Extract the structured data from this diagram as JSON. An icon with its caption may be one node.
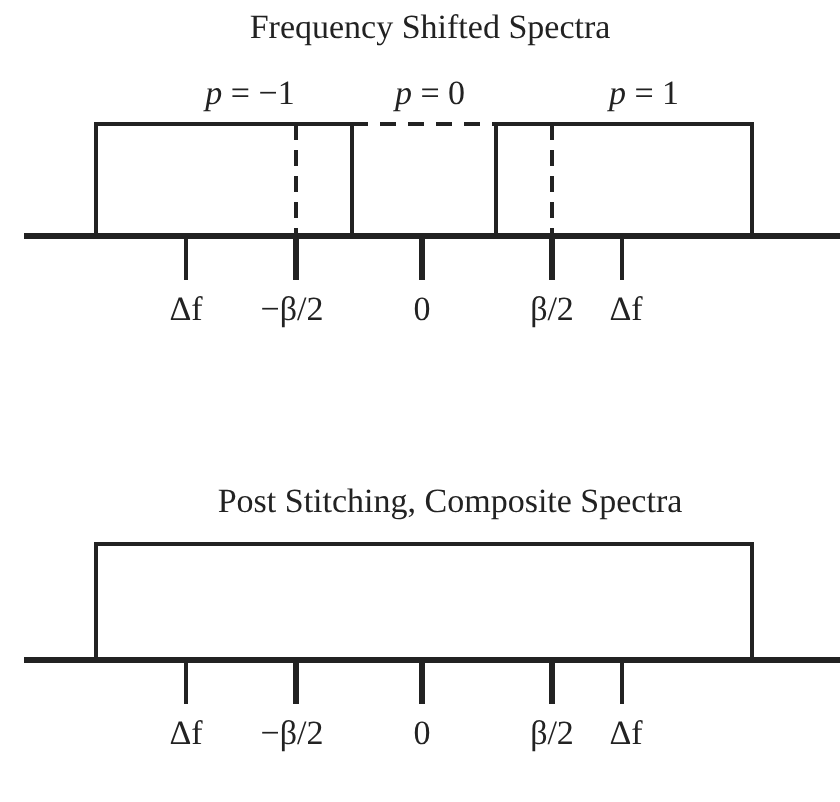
{
  "diagram": {
    "labels": [
      "Frequency Shifted Spectra",
      "*p* = −1",
      "*p* = 0",
      "*p* = 1",
      "Δf",
      "−β/2",
      "0",
      "β/2",
      "Δf",
      "Post Stitching, Composite Spectra",
      "Δf",
      "−β/2",
      "0",
      "β/2",
      "Δf"
    ]
  }
}
